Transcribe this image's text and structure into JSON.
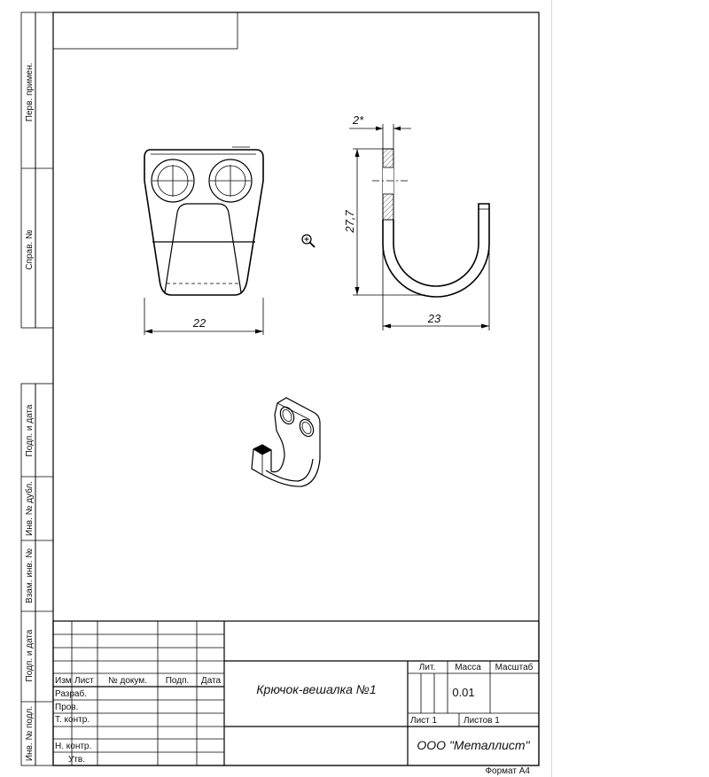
{
  "side_stamp": {
    "perv_primen": "Перв. примен.",
    "sprav_no": "Справ. №",
    "podp_data_1": "Подп. и дата",
    "inv_dubl": "Инв. № дубл.",
    "vzam_inv": "Взам. инв. №",
    "podp_data_2": "Подп. и дата",
    "inv_podl": "Инв. № подл."
  },
  "dimensions": {
    "front_width": "22",
    "side_width": "23",
    "side_height": "27,7",
    "thickness": "2*"
  },
  "title_block": {
    "col_izm": "Изм",
    "col_list": "Лист",
    "col_doc": "№ докум.",
    "col_podp": "Подп.",
    "col_data": "Дата",
    "row_razrab": "Разраб.",
    "row_prov": "Пров.",
    "row_tkontr": "Т. контр.",
    "row_nkontr": "Н. контр.",
    "row_utv": "Утв.",
    "title": "Крючок-вешалка №1",
    "lit_label": "Лит.",
    "mass_label": "Масса",
    "scale_label": "Масштаб",
    "mass_value": "0.01",
    "sheet_label": "Лист 1",
    "sheets_label": "Листов 1",
    "company": "ООО \"Металлист\""
  },
  "format_label": "Формат А4",
  "icons": {
    "zoom": "zoom-in-icon"
  }
}
